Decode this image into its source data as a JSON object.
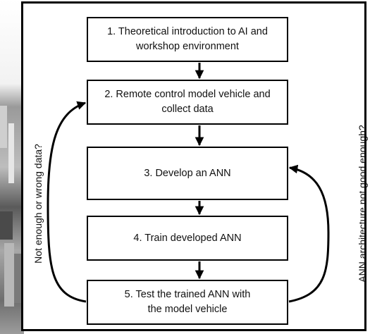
{
  "steps": [
    {
      "line1": "1. Theoretical introduction to AI and",
      "line2": "workshop environment"
    },
    {
      "line1": "2. Remote control model vehicle and",
      "line2": "collect data"
    },
    {
      "line1": "3. Develop an ANN",
      "line2": ""
    },
    {
      "line1": "4. Train developed ANN",
      "line2": ""
    },
    {
      "line1": "5. Test the trained ANN with",
      "line2": "the model vehicle"
    }
  ],
  "loops": {
    "left_label": "Not enough or wrong data?",
    "right_label": "ANN architecture not good enough?"
  },
  "colors": {
    "line": "#000000",
    "text": "#111111",
    "photo": "#8a8a8a"
  }
}
